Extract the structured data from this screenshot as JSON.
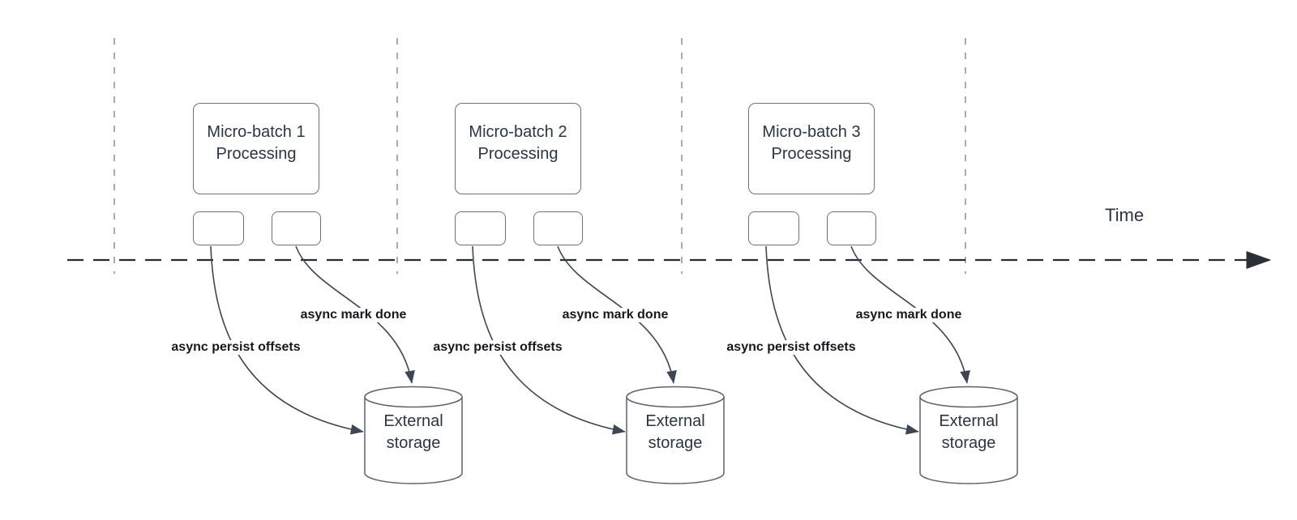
{
  "diagram": {
    "time_label": "Time",
    "groups": [
      {
        "batch_line1": "Micro-batch 1",
        "batch_line2": "Processing",
        "persist_label": "async persist offsets",
        "done_label": "async mark done",
        "storage_line1": "External",
        "storage_line2": "storage"
      },
      {
        "batch_line1": "Micro-batch 2",
        "batch_line2": "Processing",
        "persist_label": "async persist offsets",
        "done_label": "async mark done",
        "storage_line1": "External",
        "storage_line2": "storage"
      },
      {
        "batch_line1": "Micro-batch 3",
        "batch_line2": "Processing",
        "persist_label": "async persist offsets",
        "done_label": "async mark done",
        "storage_line1": "External",
        "storage_line2": "storage"
      }
    ],
    "colors": {
      "background": "#ffffff",
      "shape_border": "#6a7280",
      "connector": "#3e4653",
      "timeline": "#262b33",
      "guide_dash": "#aaabb2",
      "shape_text": "#2c3542",
      "label_text": "#15181d"
    }
  }
}
